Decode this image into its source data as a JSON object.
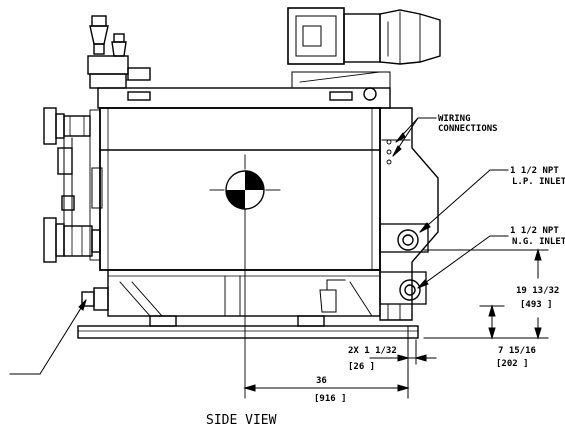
{
  "view_title": "SIDE VIEW",
  "callouts": {
    "wiring": [
      "WIRING",
      "CONNECTIONS"
    ],
    "lp_inlet": [
      "1 1/2 NPT",
      "L.P. INLET"
    ],
    "ng_inlet": [
      "1 1/2 NPT",
      "N.G. INLET"
    ]
  },
  "dimensions": {
    "height_a": {
      "in": "19 13/32",
      "mm": "[493 ]"
    },
    "height_b": {
      "in": "7 15/16",
      "mm": "[202 ]"
    },
    "offset": {
      "in": "2X 1 1/32",
      "mm": "[26 ]"
    },
    "center": {
      "in": "36",
      "mm": "[916 ]"
    }
  }
}
